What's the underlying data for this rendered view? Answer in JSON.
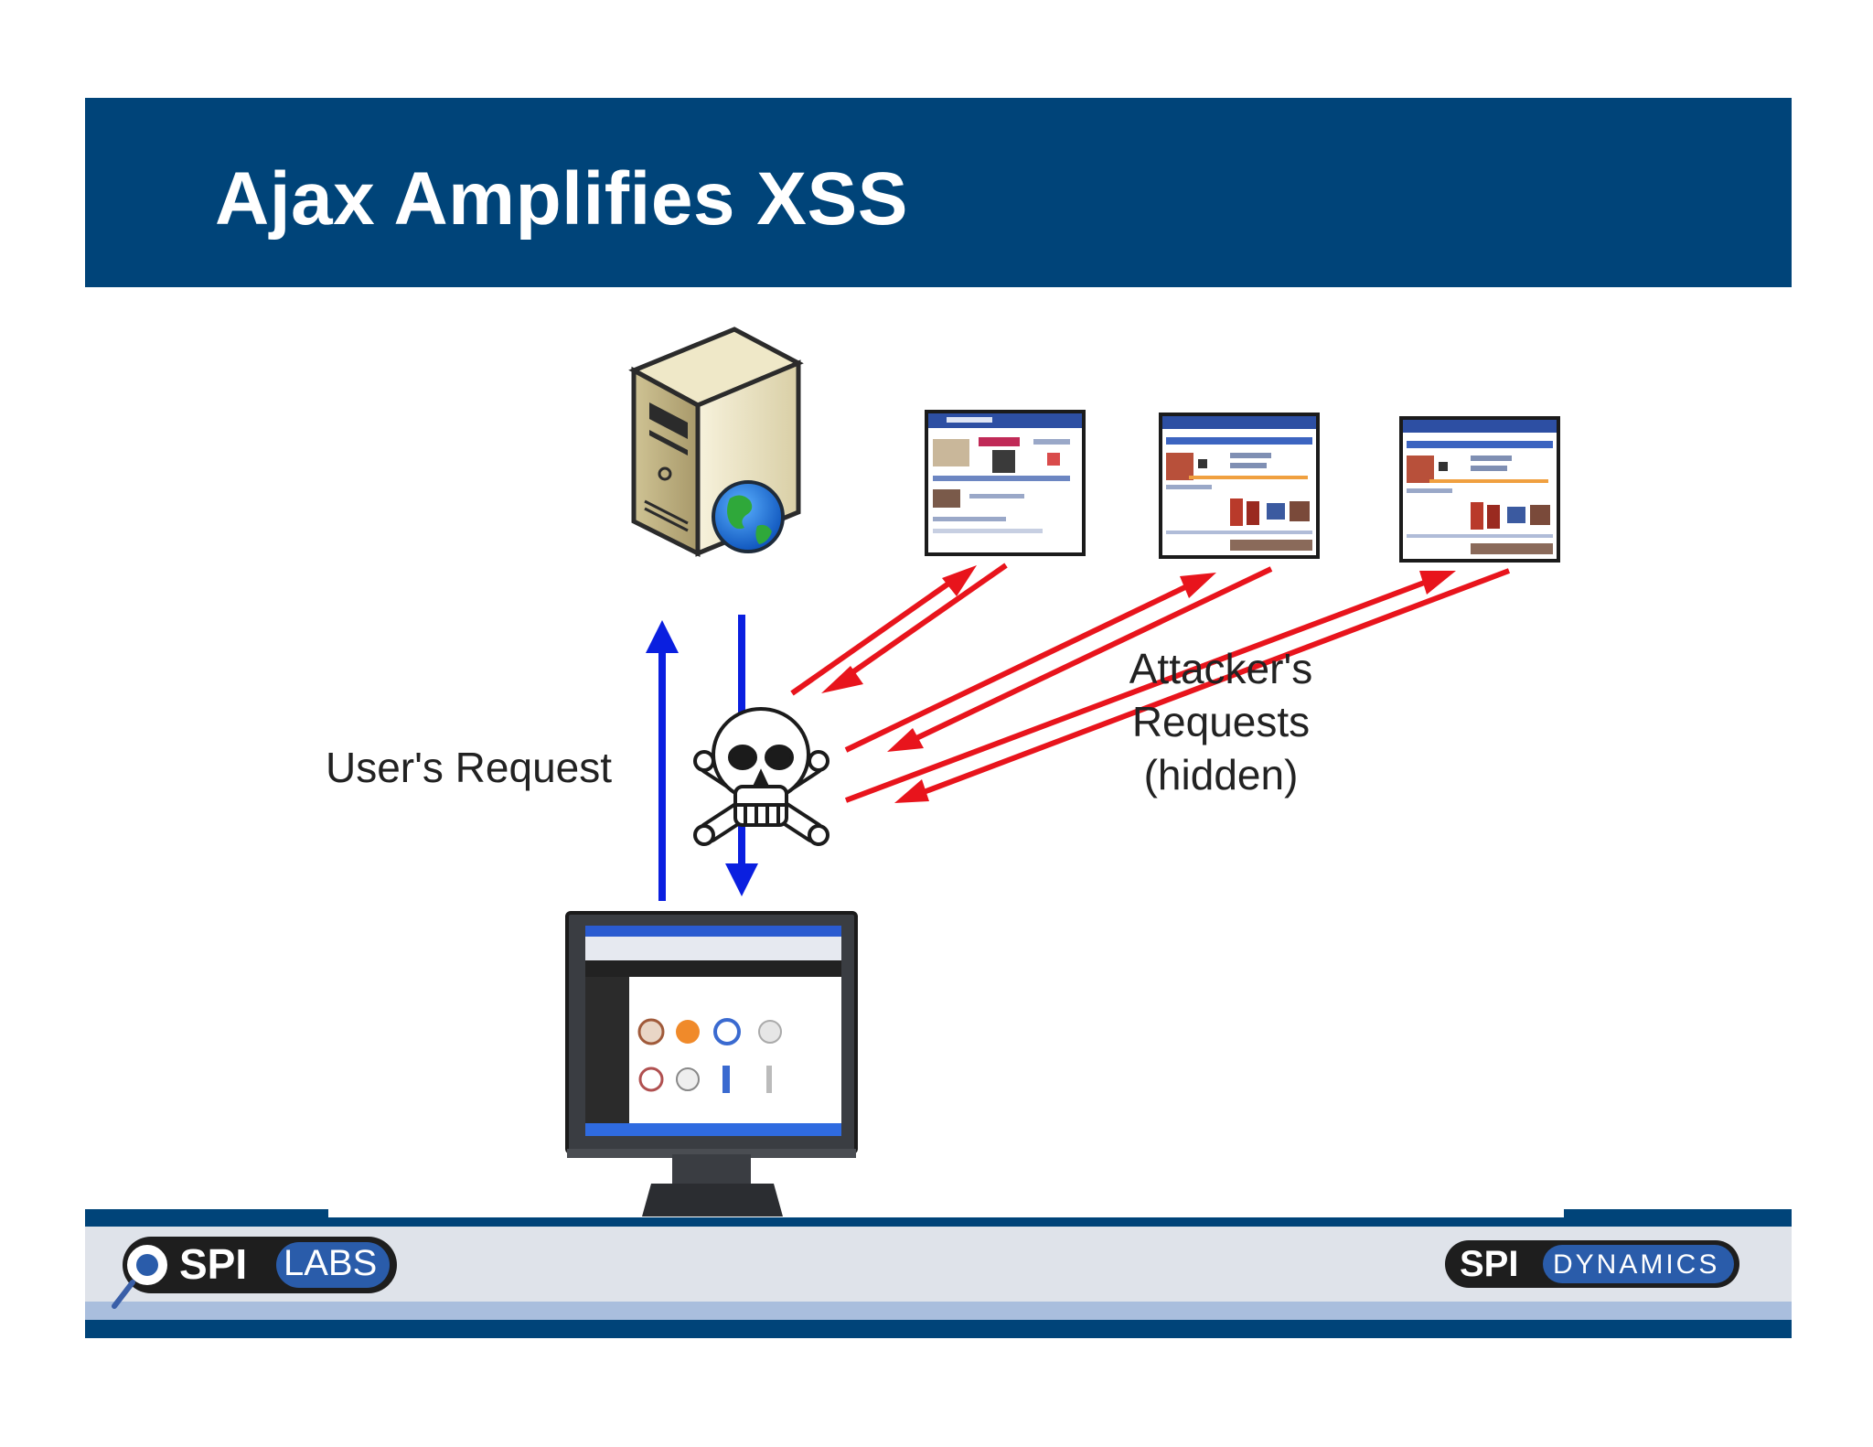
{
  "title": "Ajax Amplifies XSS",
  "labels": {
    "users_request": "User's Request",
    "attackers_requests": [
      "Attacker's",
      "Requests",
      "(hidden)"
    ]
  },
  "logos": {
    "left": {
      "part1": "SPI",
      "part2": "LABS"
    },
    "right": {
      "part1": "SPI",
      "part2": "DYNAMICS"
    }
  },
  "colors": {
    "title_bar": "#004479",
    "user_arrows": "#0a1fe0",
    "attacker_arrows": "#e8141c",
    "footer_band": "#004479",
    "footer_light": "#dfe3ea",
    "footer_mid": "#a9bedd"
  },
  "icons": [
    "server-icon",
    "globe-icon",
    "skull-crossbones-icon",
    "monitor-icon",
    "web-page-thumbnail"
  ]
}
